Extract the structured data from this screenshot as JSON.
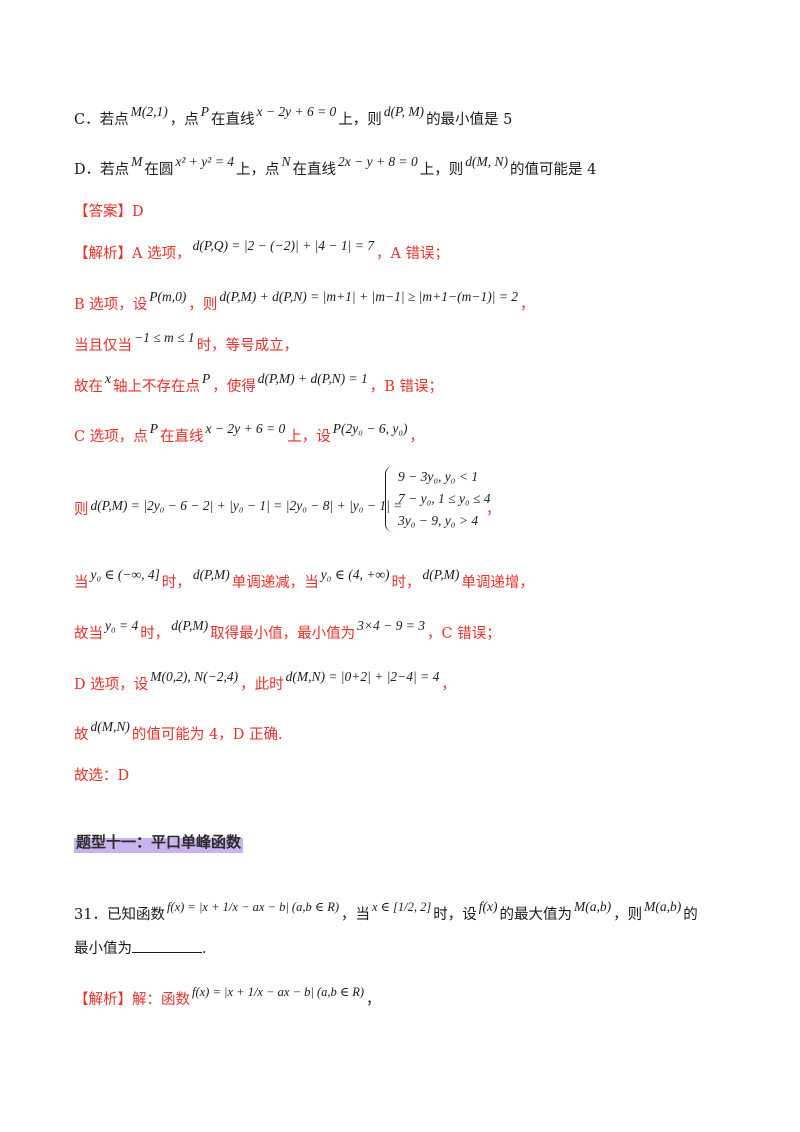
{
  "optionC": {
    "label": "C．若点",
    "m1": "M(2,1)",
    "t2": "，点",
    "m2": "P",
    "t3": "在直线",
    "m3": "x − 2y + 6 = 0",
    "t4": "上，则",
    "m4": "d(P, M)",
    "t5": "的最小值是 5"
  },
  "optionD": {
    "label": "D．若点",
    "m1": "M",
    "t2": "在圆",
    "m2": "x² + y² = 4",
    "t3": "上，点",
    "m3": "N",
    "t4": "在直线",
    "m4": "2x − y + 8 = 0",
    "t5": "上，则",
    "m5": "d(M, N)",
    "t6": "的值可能是 4"
  },
  "answer": "【答案】D",
  "analysisA": {
    "lead": "【解析】A 选项，",
    "m1": "d(P,Q) = |2 − (−2)| + |4 − 1| = 7",
    "tail": "，A 错误；"
  },
  "analysisB1": {
    "lead": "B 选项，设",
    "m1": "P(m,0)",
    "t2": "，则",
    "m2": "d(P,M) + d(P,N) = |m+1| + |m−1| ≥ |m+1−(m−1)| = 2",
    "tail": "，"
  },
  "analysisB2": {
    "lead": "当且仅当",
    "m1": "−1 ≤ m ≤ 1",
    "tail": "时，等号成立，"
  },
  "analysisB3": {
    "lead": "故在",
    "m1": "x",
    "t2": "轴上不存在点",
    "m2": "P",
    "t3": "，使得",
    "m3": "d(P,M) + d(P,N) = 1",
    "tail": "，B 错误；"
  },
  "analysisC1": {
    "lead": "C 选项，点",
    "m1": "P",
    "t2": "在直线",
    "m2": "x − 2y + 6 = 0",
    "t3": "上，设",
    "m3": "P(2y₀ − 6, y₀)",
    "tail": "，"
  },
  "analysisC2": {
    "lead": "则",
    "m1": "d(P,M) = |2y₀ − 6 − 2| + |y₀ − 1| = |2y₀ − 8| + |y₀ − 1| =",
    "tail": "，",
    "cases": [
      "9 − 3y₀, y₀ < 1",
      "7 − y₀, 1 ≤ y₀ ≤ 4",
      "3y₀ − 9, y₀ > 4"
    ]
  },
  "analysisC3": {
    "lead": "当",
    "m1": "y₀ ∈ (−∞, 4]",
    "t2": "时，",
    "m2": "d(P,M)",
    "t3": "单调递减，当",
    "m3": "y₀ ∈ (4, +∞)",
    "t4": "时，",
    "m4": "d(P,M)",
    "tail": "单调递增，"
  },
  "analysisC4": {
    "lead": "故当",
    "m1": "y₀ = 4",
    "t2": "时，",
    "m2": "d(P,M)",
    "t3": "取得最小值，最小值为",
    "m3": "3×4 − 9 = 3",
    "tail": "，C 错误；"
  },
  "analysisD1": {
    "lead": "D 选项，设",
    "m1": "M(0,2), N(−2,4)",
    "t2": "，此时",
    "m2": "d(M,N) = |0+2| + |2−4| = 4",
    "tail": "，"
  },
  "analysisD2": {
    "lead": "故",
    "m1": "d(M,N)",
    "tail": "的值可能为 4，D 正确."
  },
  "choose": "故选：D",
  "sectionTitle": "题型十一：平口单峰函数",
  "problem31": {
    "lead": "31．已知函数",
    "m1": "f(x) = |x + 1/x − ax − b| (a,b ∈ R)",
    "t2": "，当",
    "m2": "x ∈ [1/2, 2]",
    "t3": "时，设",
    "m3": "f(x)",
    "t4": "的最大值为",
    "m4": "M(a,b)",
    "t5": "，则",
    "m5": "M(a,b)",
    "tail": "的",
    "line2": "最小值为",
    "end": "."
  },
  "solution": {
    "lead": "【解析】解：函数",
    "m1": "f(x) = |x + 1/x − ax − b| (a,b ∈ R)",
    "tail": "，"
  }
}
